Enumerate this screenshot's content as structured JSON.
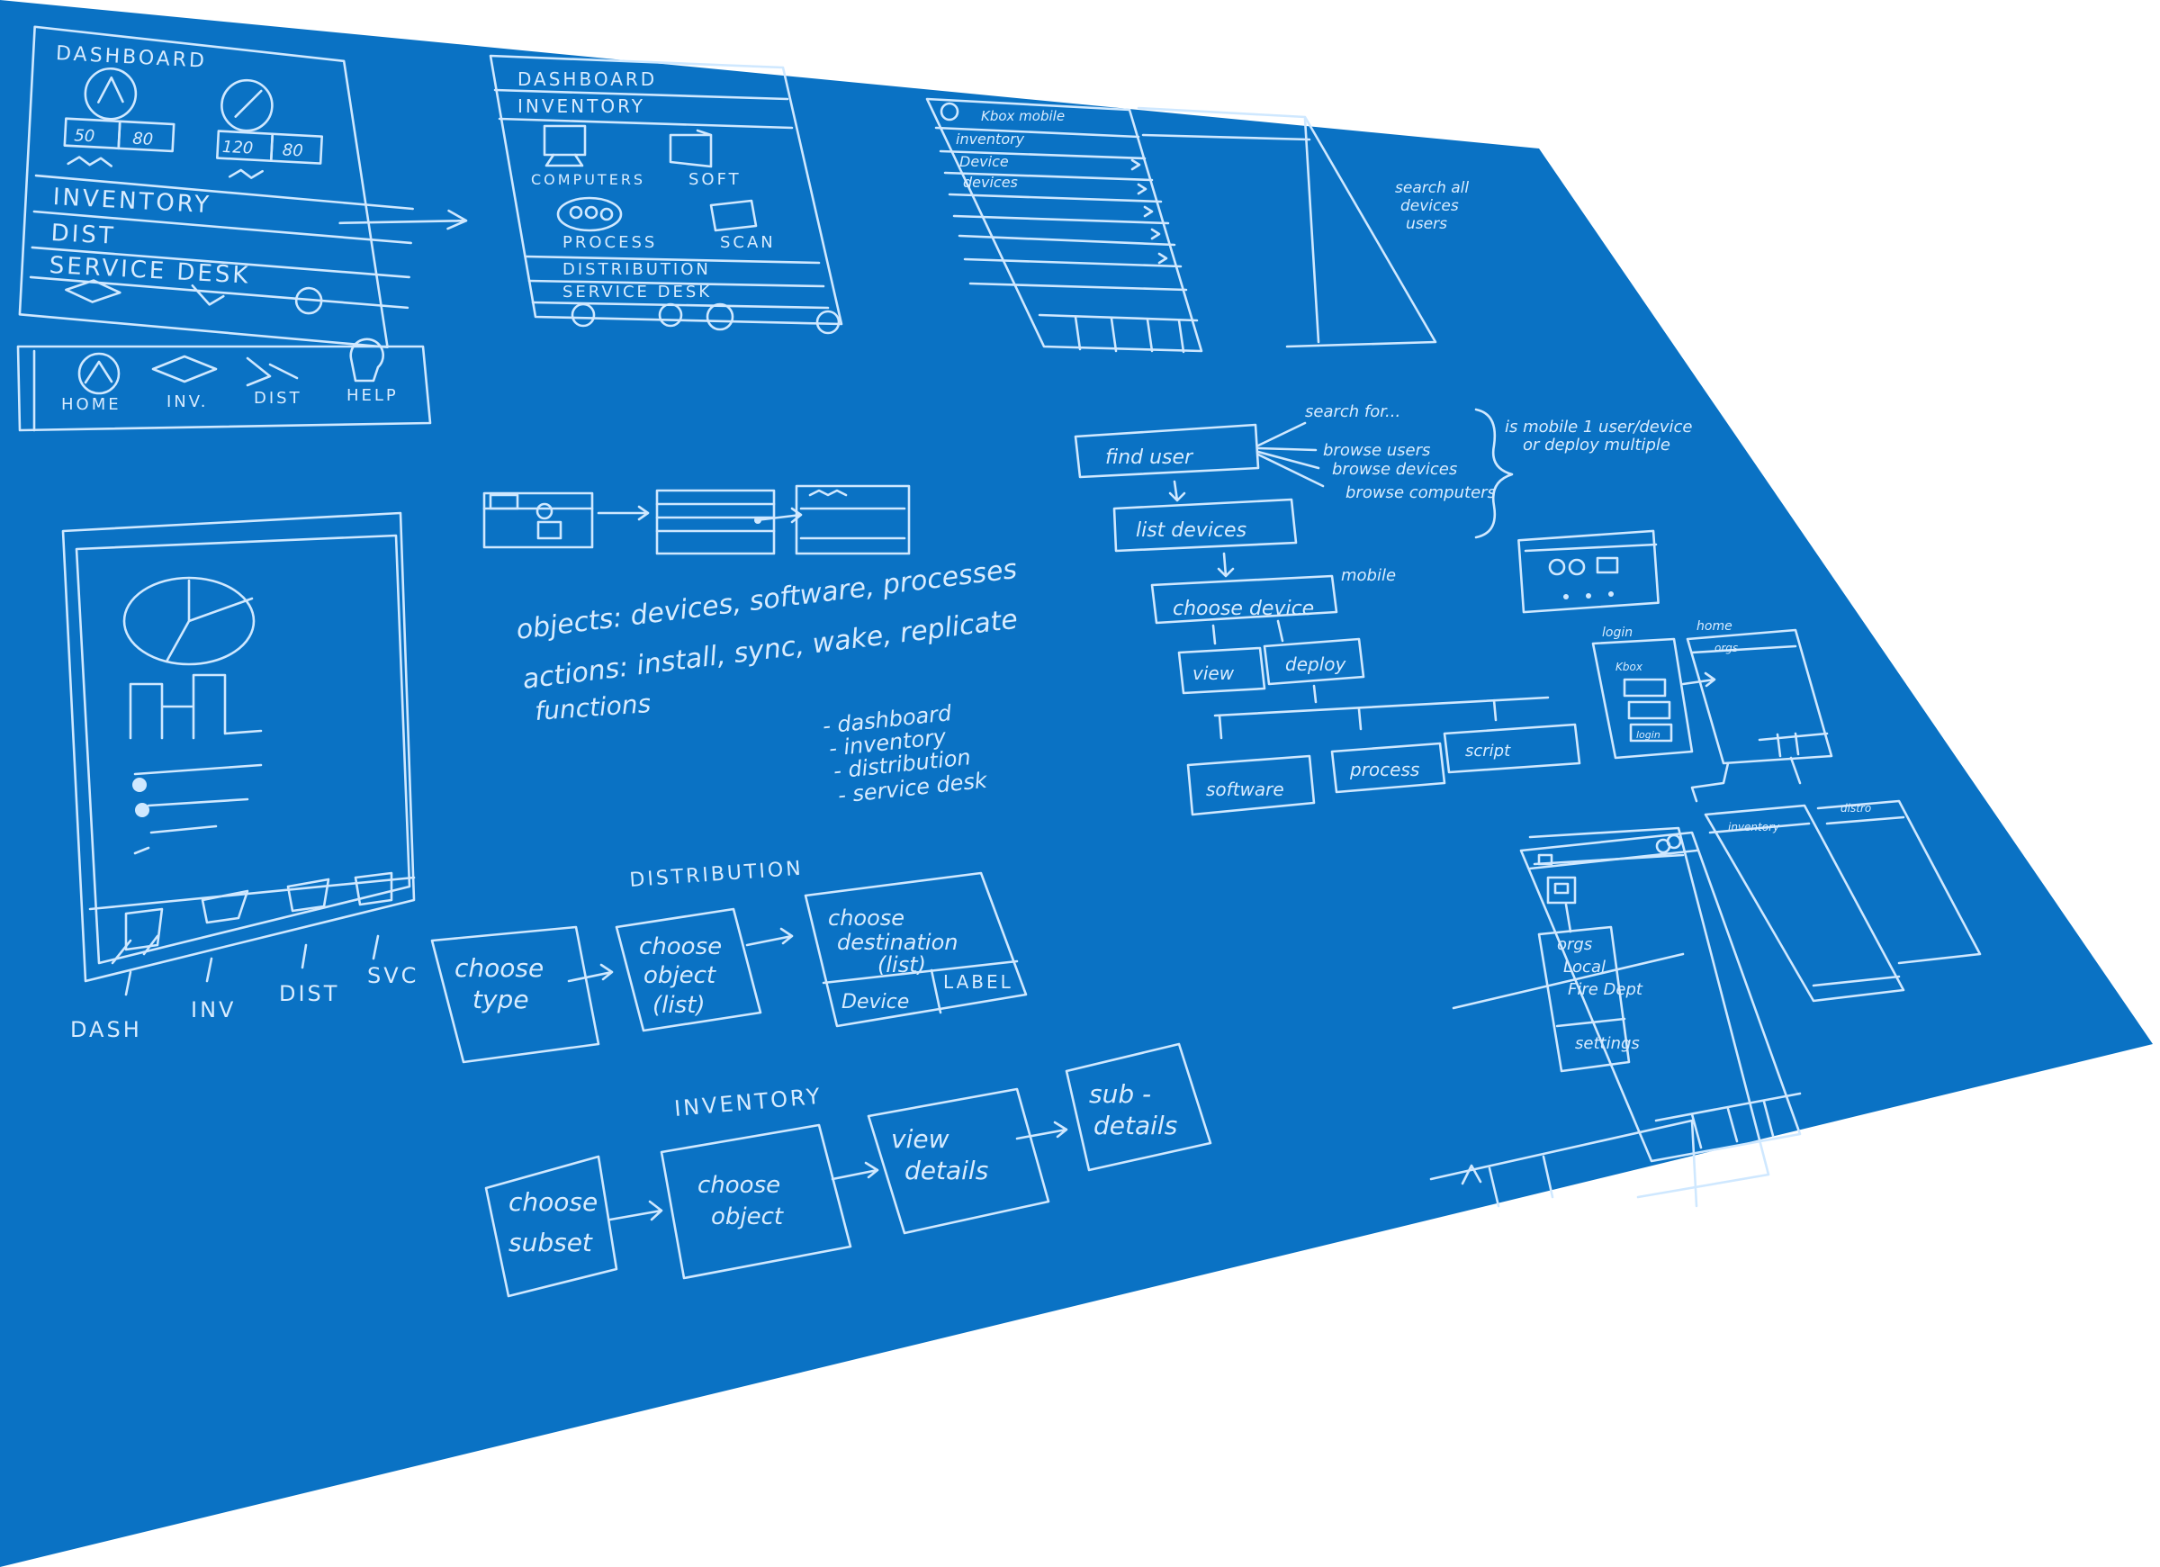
{
  "colors": {
    "paper": "#0a72c4",
    "ink": "#cfe8ff",
    "background": "#ffffff"
  },
  "mockup_dashboard": {
    "title": "DASHBOARD",
    "stats": [
      "50",
      "80",
      "120",
      "80"
    ],
    "menu": [
      "INVENTORY",
      "DIST",
      "SERVICE DESK"
    ],
    "tabs": [
      "HOME",
      "INV.",
      "DIST",
      "HELP"
    ]
  },
  "mockup_inventory": {
    "title": "DASHBOARD",
    "header": "INVENTORY",
    "tiles": [
      "COMPUTERS",
      "SOFT",
      "PROCESS",
      "SCAN"
    ],
    "menu": [
      "DISTRIBUTION",
      "SERVICE DESK"
    ]
  },
  "mockup_list": {
    "header": "Kbox mobile",
    "rows": [
      "inventory",
      "Device",
      "devices"
    ],
    "note": [
      "search all",
      "devices",
      "users"
    ]
  },
  "flow_find_user": {
    "nodes": {
      "find_user": "find user",
      "list_devices": "list devices",
      "choose_device": "choose device",
      "view": "view",
      "deploy": "deploy",
      "software": "software",
      "process": "process",
      "script": "script"
    },
    "mobile_note": "mobile",
    "search_for": "search for...",
    "options": [
      "browse users",
      "browse devices",
      "browse computers"
    ],
    "bracket_note": [
      "is mobile 1 user/device",
      "or deploy multiple"
    ]
  },
  "notes": {
    "objects": "objects: devices, software, processes",
    "actions": "actions: install, sync, wake, replicate",
    "functions": "functions",
    "function_list": [
      "- dashboard",
      "- inventory",
      "- distribution",
      "- service desk"
    ]
  },
  "phone_tabs": [
    "DASH",
    "INV",
    "DIST",
    "SVC"
  ],
  "flow_distribution": {
    "title": "DISTRIBUTION",
    "choose_type": [
      "choose",
      "type"
    ],
    "choose_object": [
      "choose",
      "object",
      "(list)"
    ],
    "choose_destination": [
      "choose",
      "destination",
      "(list)"
    ],
    "device": "Device",
    "label": "LABEL"
  },
  "flow_inventory": {
    "title": "INVENTORY",
    "choose_subset": [
      "choose",
      "subset"
    ],
    "choose_object": [
      "choose",
      "object"
    ],
    "view_details": [
      "view",
      "details"
    ],
    "sub_details": [
      "sub -",
      "details"
    ]
  },
  "mini_mockups": {
    "login": "login",
    "home": "home",
    "kbox": "Kbox",
    "login_button": "login",
    "orgs": "orgs",
    "inventory": "inventory",
    "distro": "distro",
    "menu": [
      "orgs",
      "Local",
      "Fire Dept",
      "settings"
    ]
  }
}
